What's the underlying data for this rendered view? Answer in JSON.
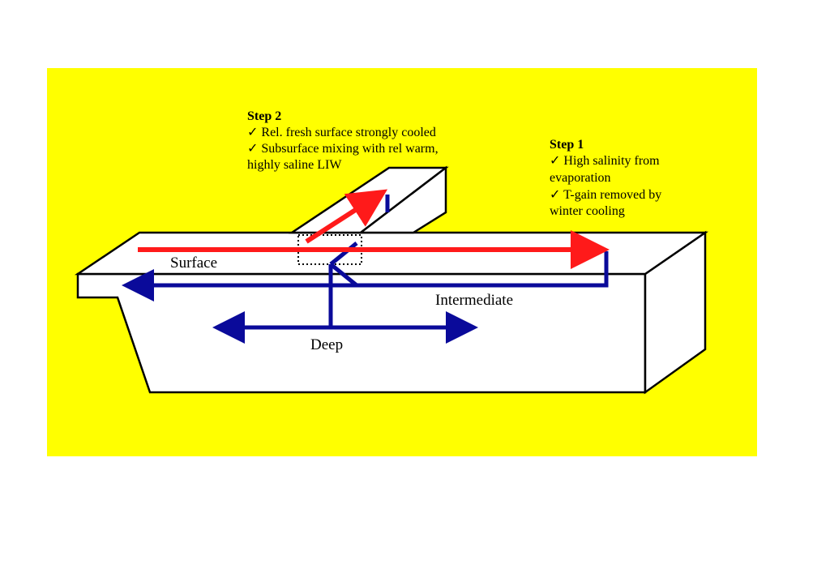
{
  "colors": {
    "background_panel": "#FFFF00",
    "box_fill": "#FFFFFF",
    "outline": "#000000",
    "warm_flow": "#FF1A1A",
    "cold_flow": "#0A0A9A"
  },
  "step2": {
    "title": "Step 2",
    "line1": "✓ Rel. fresh surface strongly cooled",
    "line2": "✓ Subsurface mixing with rel warm,",
    "line3": "highly saline LIW"
  },
  "step1": {
    "title": "Step 1",
    "line1": "✓ High salinity from",
    "line2": "evaporation",
    "line3": "✓ T-gain removed by",
    "line4": "winter cooling"
  },
  "labels": {
    "surface": "Surface",
    "intermediate": "Intermediate",
    "deep": "Deep"
  }
}
